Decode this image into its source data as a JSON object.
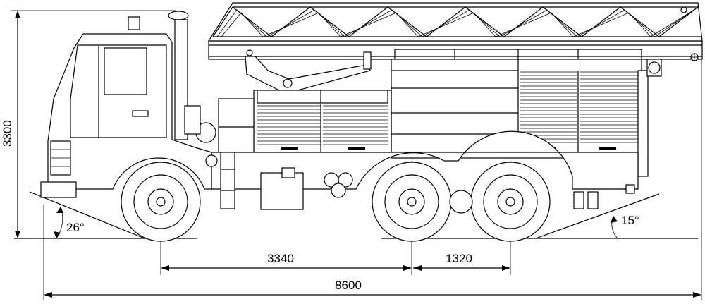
{
  "dimensions": {
    "overall_height": "3300",
    "overall_length": "8600",
    "wheelbase_front": "3340",
    "wheelbase_rear": "1320",
    "approach_angle": "26°",
    "departure_angle": "15°"
  }
}
